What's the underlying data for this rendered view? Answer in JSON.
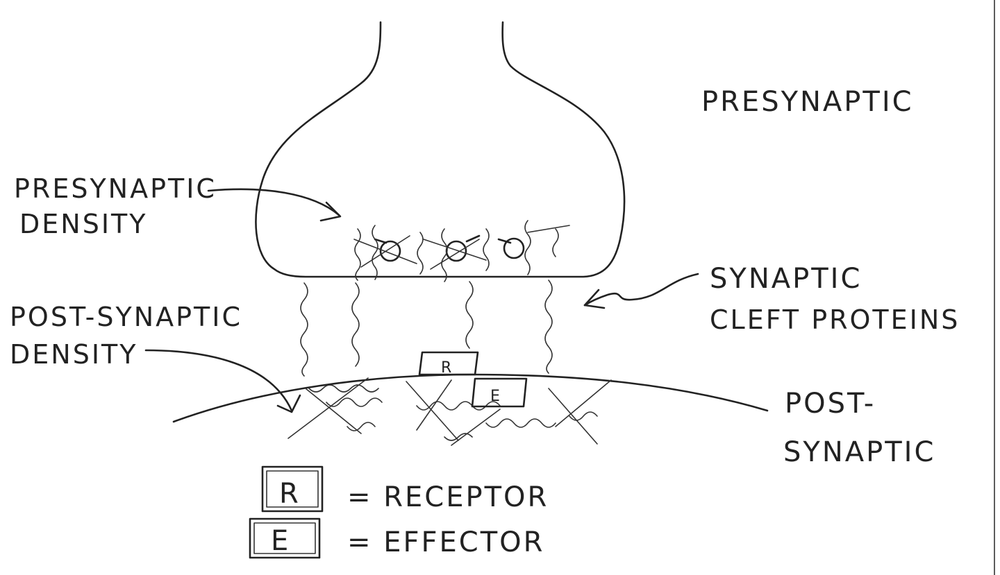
{
  "labels": {
    "presynaptic": "PRESYNAPTIC",
    "presynaptic_density_1": "PRESYNAPTIC",
    "presynaptic_density_2": "DENSITY",
    "synaptic_cleft_1": "SYNAPTIC",
    "synaptic_cleft_2": "CLEFT PROTEINS",
    "post_synaptic_density_1": "POST-SYNAPTIC",
    "post_synaptic_density_2": "DENSITY",
    "post_synaptic_1": "POST-",
    "post_synaptic_2": "SYNAPTIC"
  },
  "boxes": {
    "receptor_letter": "R",
    "effector_letter": "E"
  },
  "legend": {
    "receptor_key": "R",
    "receptor_text": "= RECEPTOR",
    "effector_key": "E",
    "effector_text": "= EFFECTOR"
  }
}
